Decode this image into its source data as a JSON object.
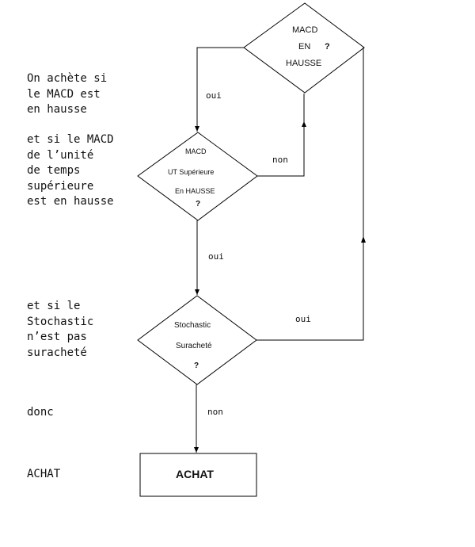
{
  "side_notes": {
    "line1": "On achète si\nle MACD est\nen hausse",
    "line2": "et si le MACD\nde l’unité\nde temps\nsupérieure\nest en hausse",
    "line3": "et si le\nStochastic\nn’est pas\nsuracheté",
    "line4": "donc",
    "line5": "ACHAT"
  },
  "nodes": {
    "macd": {
      "line1": "MACD",
      "line2": "EN",
      "line3": "HAUSSE",
      "mark": "?"
    },
    "macd_ut": {
      "line1": "MACD",
      "line2": "UT Supérieure",
      "line3": "En HAUSSE",
      "mark": "?"
    },
    "stoch": {
      "line1": "Stochastic",
      "line2": "Suracheté",
      "mark": "?"
    },
    "achat": {
      "label": "ACHAT"
    }
  },
  "edges": {
    "macd_yes": "oui",
    "macd_ut_no": "non",
    "macd_ut_yes": "oui",
    "stoch_yes": "oui",
    "stoch_no": "non"
  },
  "colors": {
    "stroke": "#000000",
    "text": "#111111",
    "background": "#ffffff"
  }
}
